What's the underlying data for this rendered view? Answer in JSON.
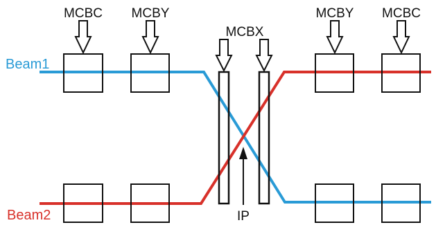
{
  "labels": {
    "mcbc_left": "MCBC",
    "mcby_left": "MCBY",
    "mcbx": "MCBX",
    "mcby_right": "MCBY",
    "mcbc_right": "MCBC",
    "beam1": "Beam1",
    "beam2": "Beam2",
    "ip": "IP"
  },
  "colors": {
    "beam1": "#2a9bd6",
    "beam2": "#d8312a",
    "outline": "#111111"
  },
  "icons": [
    "down-arrow-icon",
    "up-arrow-icon"
  ]
}
